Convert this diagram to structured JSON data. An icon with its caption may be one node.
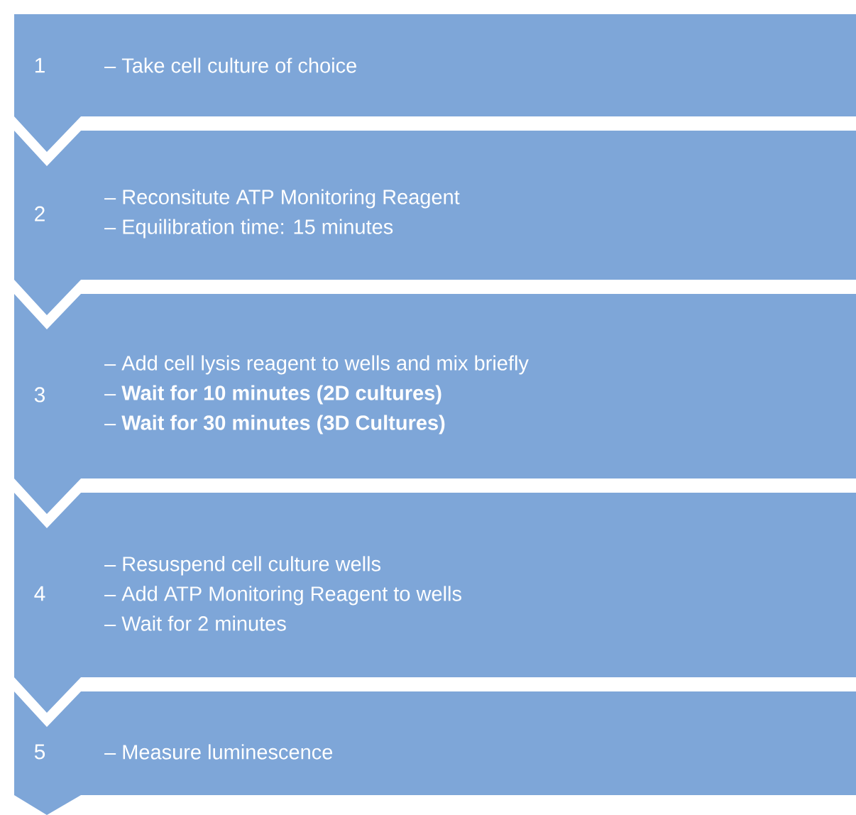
{
  "diagram": {
    "nodes": [
      {
        "text": [
          "1",
          "– Take cell culture of choice"
        ]
      },
      {
        "text": [
          "2",
          "– Reconsitute ATP Monitoring Reagent",
          "– Equilibration time: 15 minutes"
        ]
      },
      {
        "text": [
          "3",
          "– Add cell lysis reagent to wells and mix briefly",
          "– **Wait for 10 minutes (2D cultures)**",
          "– **Wait for 30 minutes (3D Cultures)**"
        ]
      },
      {
        "text": [
          "4",
          "– Resuspend cell culture wells",
          "– Add ATP Monitoring Reagent to wells",
          "– Wait for 2 minutes"
        ]
      },
      {
        "text": [
          "5",
          "– Measure luminescence"
        ]
      }
    ]
  }
}
